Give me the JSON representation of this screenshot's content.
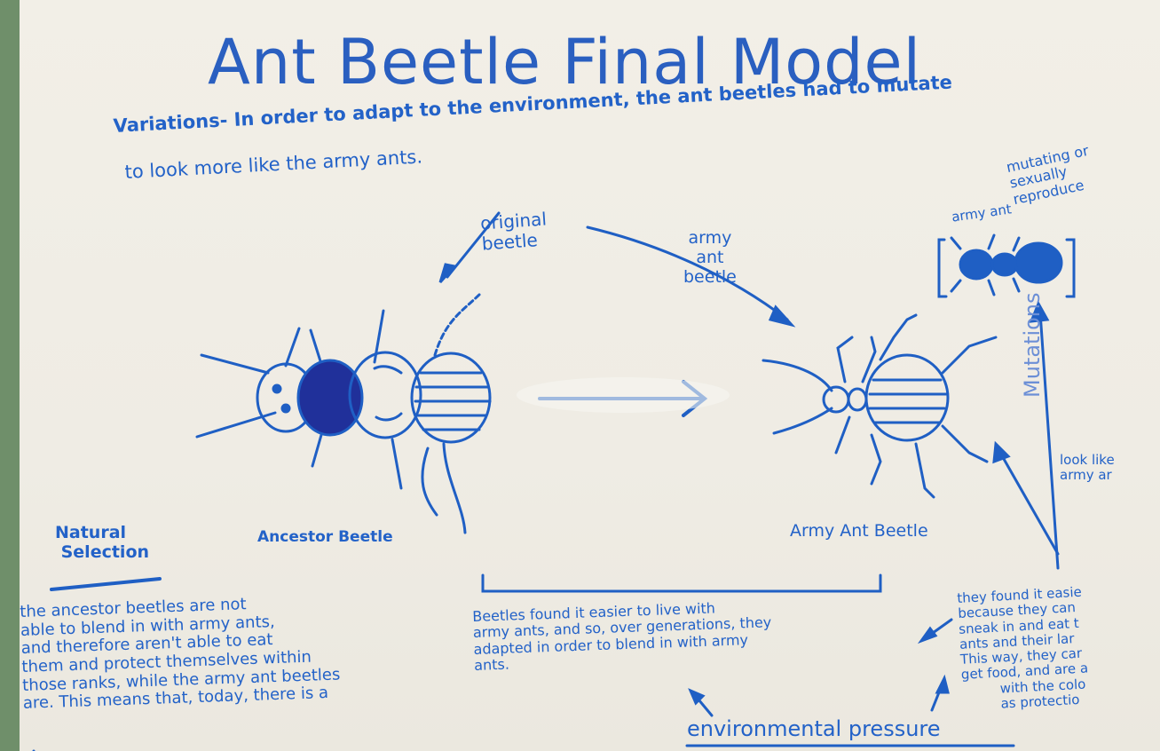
{
  "poster": {
    "title": "Ant Beetle Final Model",
    "variations": "Variations- In order to adapt to the environment, the ant beetles had to mutate",
    "variations_line2": "to look more like the army ants.",
    "original_beetle": "original\nbeetle",
    "army_ant_beetle_arrow": "army\nant\nbeetle",
    "mutating": "mutating or\nsexually\nreproduce",
    "army_ant_top": "army ant",
    "ancestor_beetle": "Ancestor Beetle",
    "army_ant_beetle": "Army Ant Beetle",
    "natural_selection": "Natural\n Selection",
    "mutations": "Mutations",
    "look_like": "look like\narmy ar",
    "para_left": "the ancestor beetles are not\nable to blend in with army ants,\nand therefore aren't able to eat\nthem and protect themselves within\nthose ranks, while the army ant beetles\nare. This means that, today, there is a",
    "para_middle": "Beetles found it easier to live with\narmy ants, and so, over generations, they\nadapted in order to blend in with army\nants.",
    "para_right": "they found it easie\nbecause they can\nsneak in and eat t\nants and their lar\nThis way, they car\nget food, and are a\n         with the colo\n         as protectio",
    "environmental_pressure": "environmental pressure"
  },
  "colors": {
    "ink": "#2362c8",
    "paper": "#f0ede5",
    "background": "#6f8f6a"
  }
}
